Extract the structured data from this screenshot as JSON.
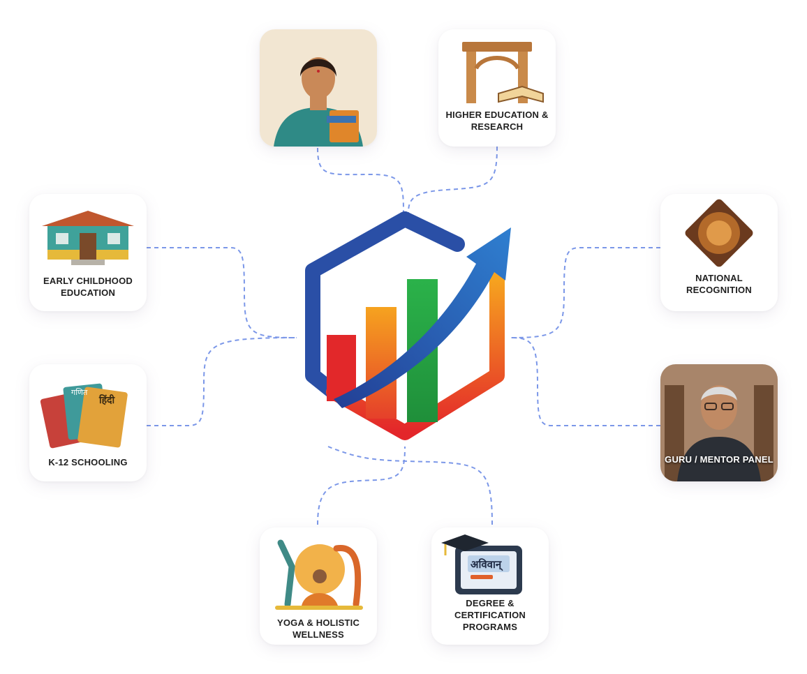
{
  "center": {
    "icon": "growth-chart-hexagon-icon"
  },
  "nodes": [
    {
      "id": "student",
      "label": "",
      "icon": "student-girl-with-books-icon"
    },
    {
      "id": "higher-education",
      "label": "HIGHER EDUCATION & RESEARCH",
      "icon": "temple-arch-book-icon"
    },
    {
      "id": "early-childhood",
      "label": "EARLY CHILDHOOD EDUCATION",
      "icon": "school-house-icon"
    },
    {
      "id": "national-recognition",
      "label": "NATIONAL RECOGNITION",
      "icon": "medal-emblem-icon"
    },
    {
      "id": "k12",
      "label": "K-12 SCHOOLING",
      "icon": "textbooks-icon"
    },
    {
      "id": "guru-mentor",
      "label": "GURU / MENTOR PANEL",
      "icon": "mentor-portrait-icon"
    },
    {
      "id": "yoga",
      "label": "YOGA & HOLISTIC WELLNESS",
      "icon": "yoga-figures-icon"
    },
    {
      "id": "degree",
      "label": "DEGREE & CERTIFICATION PROGRAMS",
      "icon": "graduation-cap-tablet-icon",
      "screen_text": "अविवान्"
    }
  ],
  "book_titles": [
    "गणित",
    "हिंदी"
  ],
  "colors": {
    "connector": "#7b97e8",
    "blue": "#2a4fa6",
    "orange": "#f08a1e",
    "green": "#27a844",
    "red": "#e2282a"
  }
}
